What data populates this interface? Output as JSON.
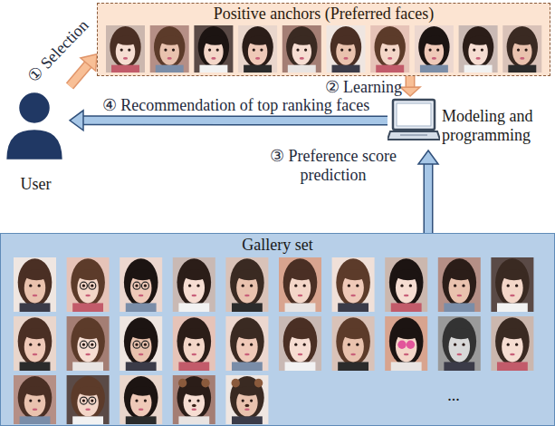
{
  "diagram": {
    "nodes": [
      {
        "text": [
          "Positive anchors (Preferred faces)"
        ]
      },
      {
        "text": [
          "User"
        ]
      },
      {
        "text": [
          "Modeling and programming"
        ]
      },
      {
        "text": [
          "Gallery set",
          "..."
        ]
      }
    ],
    "edges": [
      {
        "from": 1,
        "to": 0,
        "label": "① Selection",
        "arrow": "to"
      },
      {
        "from": 0,
        "to": 2,
        "label": "② Learning",
        "arrow": "to"
      },
      {
        "from": 2,
        "to": 1,
        "label": "④ Recommendation of top ranking faces",
        "arrow": "to"
      },
      {
        "from": 3,
        "to": 2,
        "label": "③ Preference score prediction",
        "arrow": "to"
      }
    ]
  }
}
